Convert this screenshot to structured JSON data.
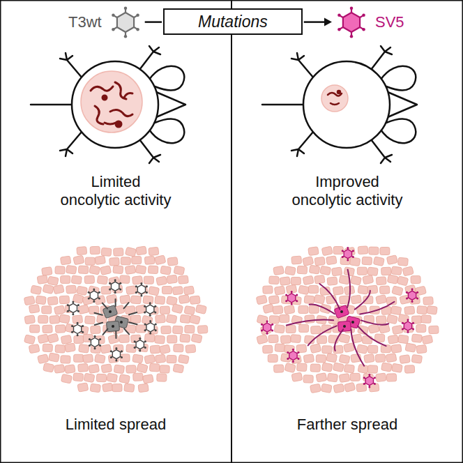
{
  "diagram": {
    "nodes": [
      {
        "text": [
          "T3wt"
        ]
      },
      {
        "text": [
          "Mutations"
        ]
      },
      {
        "text": [
          "SV5"
        ]
      }
    ],
    "edges": [
      {
        "from": 0,
        "to": 1,
        "arrow": "none"
      },
      {
        "from": 1,
        "to": 2,
        "arrow": "to"
      }
    ],
    "labels": [
      "Limited oncolytic activity",
      "Improved oncolytic activity",
      "Limited spread",
      "Farther spread"
    ]
  }
}
